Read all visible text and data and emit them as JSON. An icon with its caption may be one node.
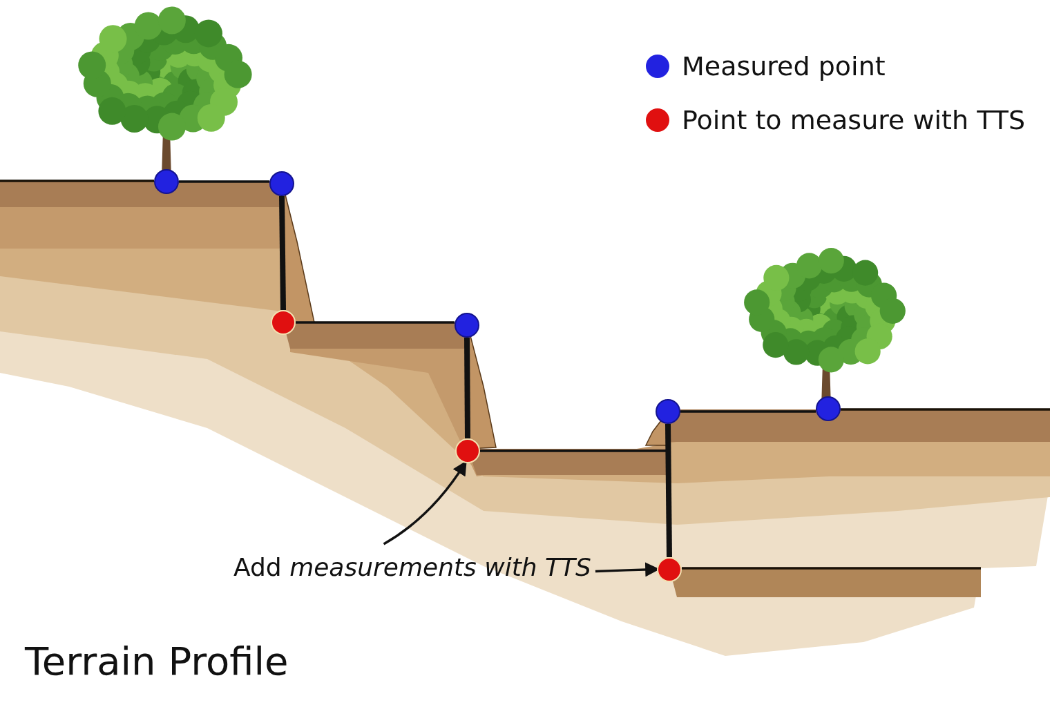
{
  "diagram": {
    "title": "Terrain Profile",
    "nodes": [
      {
        "text": [],
        "shape": "circle"
      },
      {
        "text": [],
        "shape": "circle"
      },
      {
        "text": [],
        "shape": "circle"
      },
      {
        "text": [],
        "shape": "circle"
      },
      {
        "text": [],
        "shape": "circle"
      },
      {
        "text": [],
        "shape": "circle"
      },
      {
        "text": [],
        "shape": "circle"
      },
      {
        "text": [],
        "shape": "circle"
      },
      {
        "text": [
          "Add *measurements with TTS*"
        ]
      }
    ],
    "edges": [
      {
        "from": 0,
        "to": 1,
        "arrow": "none"
      },
      {
        "from": 1,
        "to": 2,
        "arrow": "none",
        "style": "thick"
      },
      {
        "from": 2,
        "to": 3,
        "arrow": "none"
      },
      {
        "from": 3,
        "to": 4,
        "arrow": "none",
        "style": "thick"
      },
      {
        "from": 4,
        "to": 5,
        "arrow": "none"
      },
      {
        "from": 5,
        "to": 6,
        "arrow": "none"
      },
      {
        "from": 5,
        "to": 7,
        "arrow": "none",
        "style": "thick"
      },
      {
        "from": 8,
        "to": 4,
        "arrow": "to"
      },
      {
        "from": 8,
        "to": 7,
        "arrow": "to"
      }
    ],
    "legend": [
      {
        "text": "Measured point",
        "color": "#2222e0"
      },
      {
        "text": "Point to measure with TTS",
        "color": "#e01010"
      }
    ]
  }
}
